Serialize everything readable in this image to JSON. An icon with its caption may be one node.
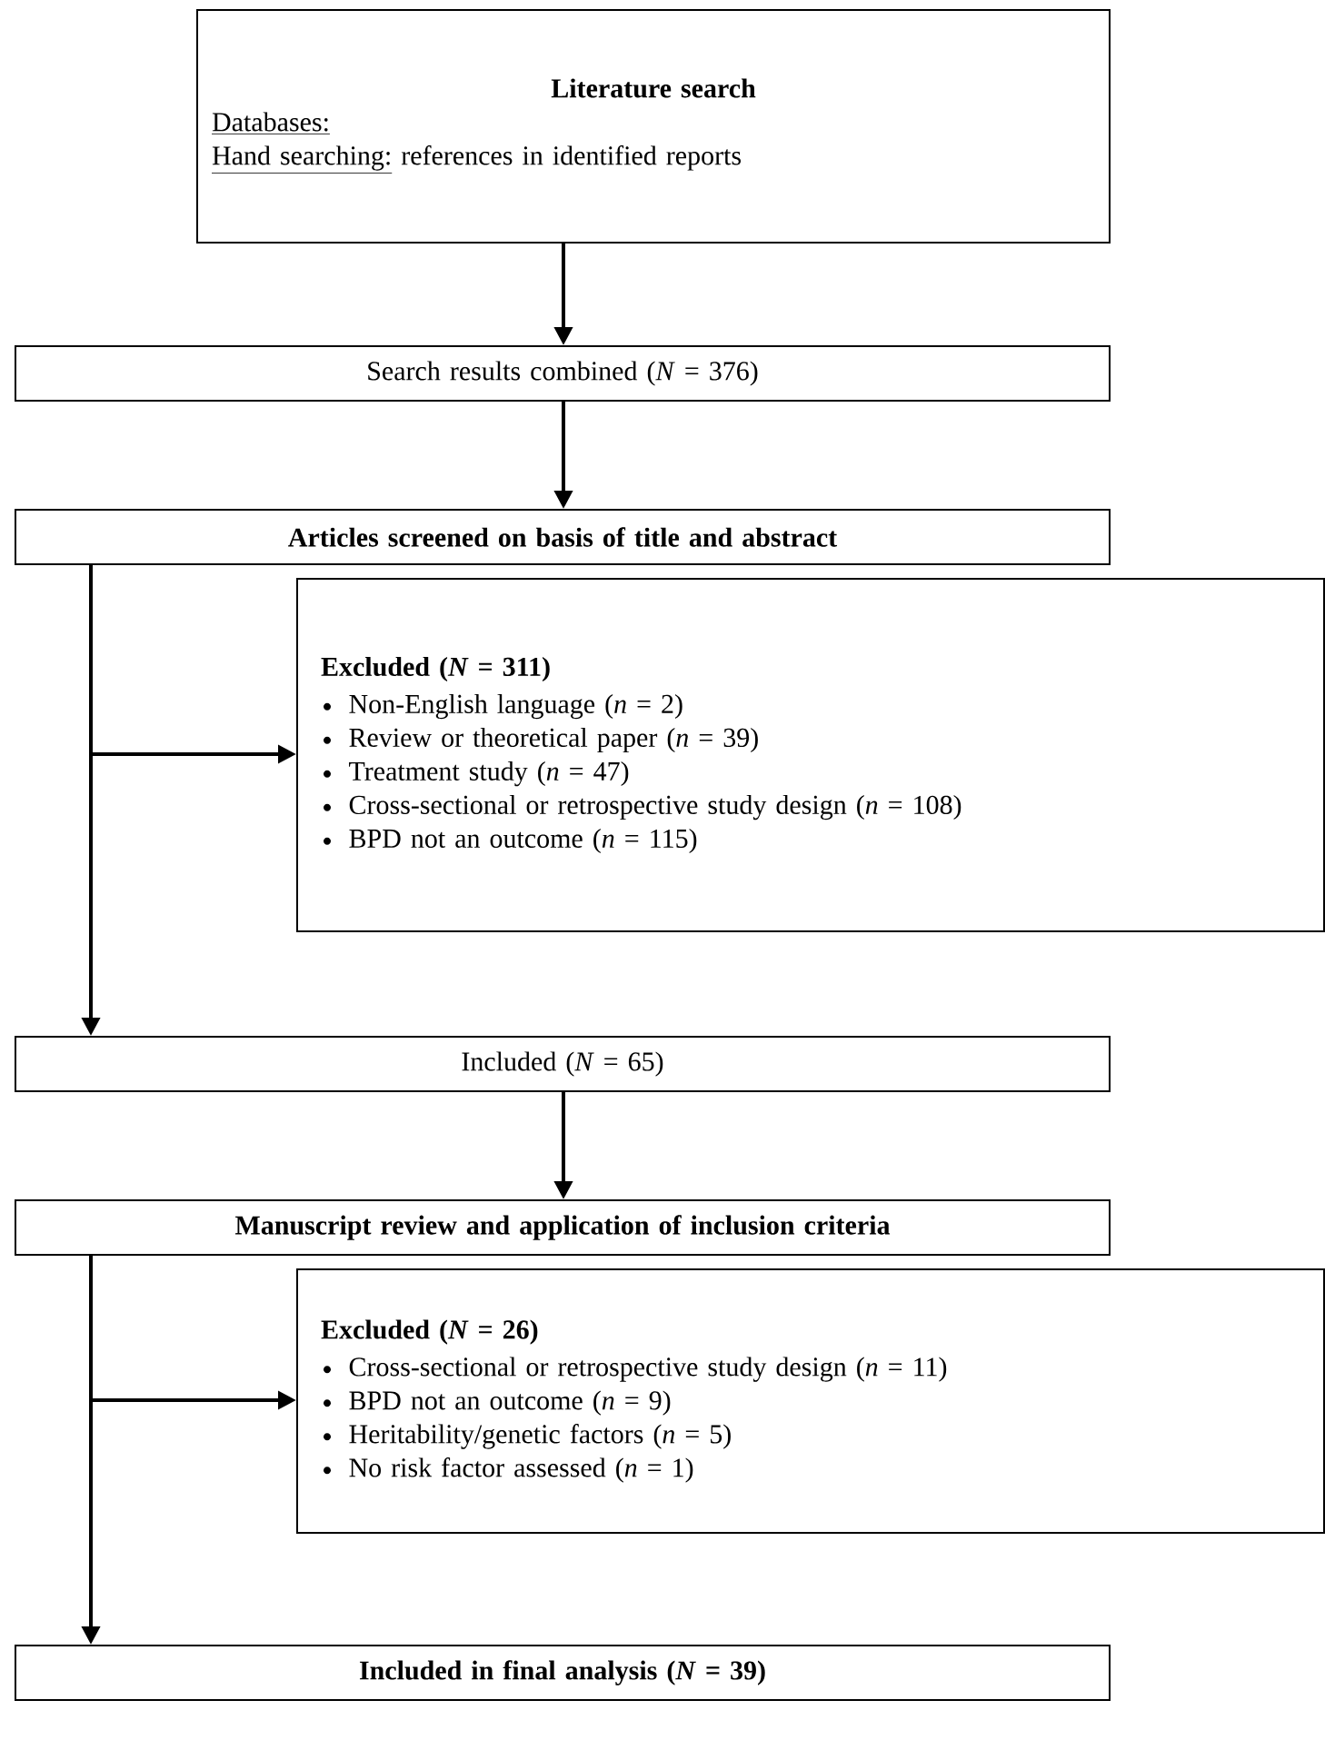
{
  "diagram": {
    "nodes": [
      {
        "text": [
          "Literature search",
          "Databases:",
          "Hand searching:",
          "references in identified reports"
        ]
      },
      {
        "text": [
          "Search results combined (*N* = 376)"
        ]
      },
      {
        "text": [
          "Articles screened on basis of title and abstract"
        ]
      },
      {
        "text": [
          "Excluded (*N* = 311)",
          "Non-English language (*n* = 2)",
          "Review or theoretical paper (*n* = 39)",
          "Treatment study (*n* = 47)",
          "Cross-sectional or retrospective study design (*n* = 108)",
          "BPD not an outcome (*n* = 115)"
        ]
      },
      {
        "text": [
          "Included (*N* = 65)"
        ]
      },
      {
        "text": [
          "Manuscript review and application of inclusion criteria"
        ]
      },
      {
        "text": [
          "Excluded (*N* = 26)",
          "Cross-sectional or retrospective study design (*n* = 11)",
          "BPD not an outcome (*n* = 9)",
          "Heritability/genetic factors (*n* = 5)",
          "No risk factor assessed (*n* = 1)"
        ]
      },
      {
        "text": [
          "Included in final analysis (*N* = 39)"
        ]
      }
    ],
    "edges": [
      {
        "from": 0,
        "to": 1,
        "arrow": "to"
      },
      {
        "from": 1,
        "to": 2,
        "arrow": "to"
      },
      {
        "from": 2,
        "to": 3,
        "arrow": "to"
      },
      {
        "from": 2,
        "to": 4,
        "arrow": "to"
      },
      {
        "from": 4,
        "to": 5,
        "arrow": "to"
      },
      {
        "from": 5,
        "to": 6,
        "arrow": "to"
      },
      {
        "from": 5,
        "to": 7,
        "arrow": "to"
      }
    ]
  }
}
